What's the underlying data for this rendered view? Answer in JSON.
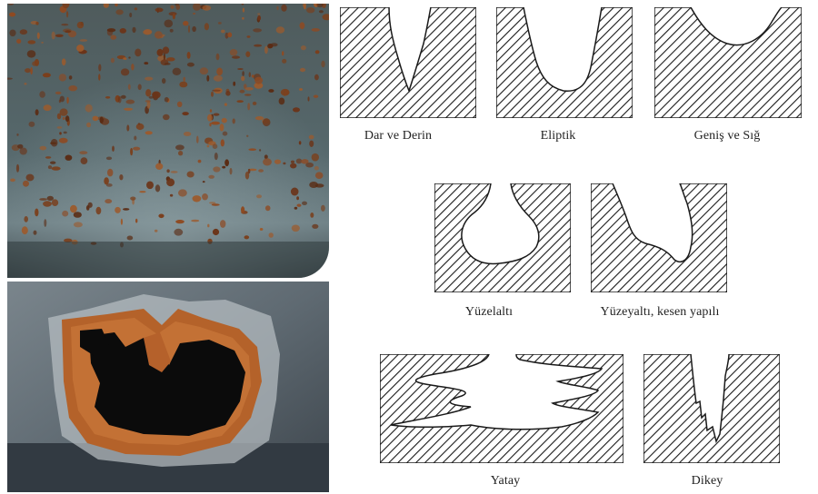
{
  "captions": {
    "narrow_deep": "Dar ve Derin",
    "elliptic": "Eliptik",
    "wide_shallow": "Geniş ve Sığ",
    "subsurface": "Yüzelaltı",
    "subsurface_undercut": "Yüzeyaltı, kesen yapılı",
    "horizontal": "Yatay",
    "vertical": "Dikey"
  },
  "colors": {
    "hatch": "#1a1a1a",
    "rust": "#a8582a",
    "steel": "#5a6a70"
  }
}
